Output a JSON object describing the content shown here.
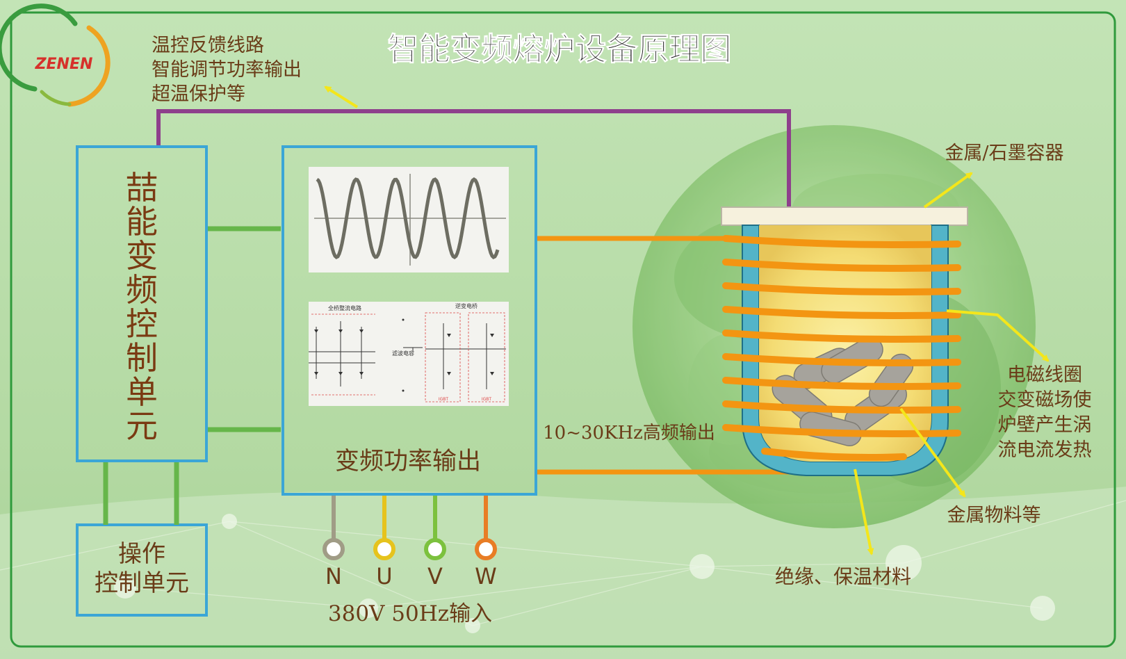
{
  "title": "智能变频熔炉设备原理图",
  "logo_text": "ZENEN",
  "feedback_lines": [
    "温控反馈线路",
    "智能调节功率输出",
    "超温保护等"
  ],
  "control_unit_label": "喆能变频控制单元",
  "operation_unit_lines": [
    "操作",
    "控制单元"
  ],
  "power_output_label": "变频功率输出",
  "phase_terminals": [
    {
      "label": "N",
      "color": "#a09c86"
    },
    {
      "label": "U",
      "color": "#e6c31d"
    },
    {
      "label": "V",
      "color": "#7cc13e"
    },
    {
      "label": "W",
      "color": "#e87d25"
    }
  ],
  "input_label": "380V  50Hz输入",
  "hf_output_label": "10~30KHz高频输出",
  "container_label": "金属/石墨容器",
  "coil_label_lines": [
    "电磁线圈",
    "交变磁场使",
    "炉壁产生涡",
    "流电流发热"
  ],
  "material_label": "金属物料等",
  "insulation_label": "绝缘、保温材料",
  "circuit_labels": {
    "rectifier": "全桥整流电路",
    "filter": "滤波电容",
    "inverter": "逆变电桥",
    "igbt": "IGBT"
  },
  "colors": {
    "frame": "#2f9a3c",
    "box_border": "#3ba6d6",
    "feedback_wire": "#8e3f8c",
    "control_wire": "#66b64a",
    "coil": "#f39512",
    "arrow": "#f4e61b",
    "text": "#6a3c18"
  }
}
